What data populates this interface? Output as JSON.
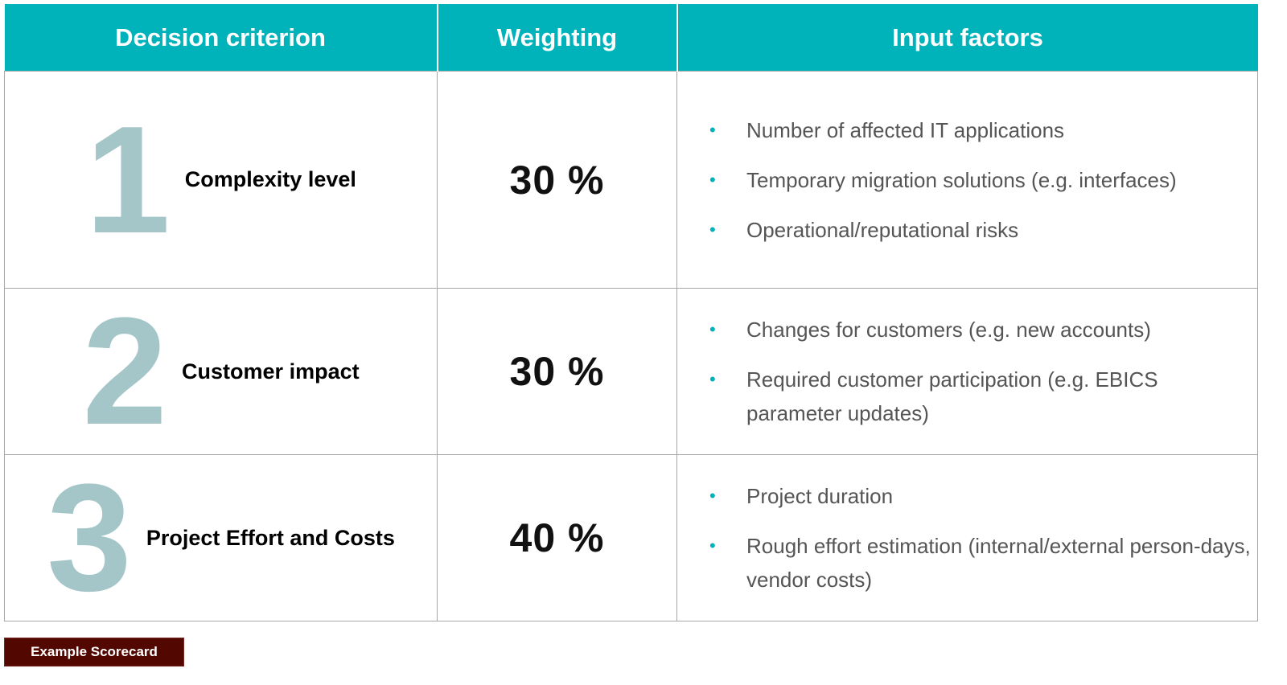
{
  "header": {
    "criterion": "Decision criterion",
    "weighting": "Weighting",
    "factors": "Input factors"
  },
  "rows": [
    {
      "number": "1",
      "criterion": "Complexity level",
      "weighting": "30 %",
      "factors": [
        "Number of affected IT applications",
        "Temporary migration solutions (e.g. interfaces)",
        "Operational/reputational risks"
      ]
    },
    {
      "number": "2",
      "criterion": "Customer impact",
      "weighting": "30 %",
      "factors": [
        "Changes for customers (e.g. new accounts)",
        "Required customer participation (e.g. EBICS parameter updates)"
      ]
    },
    {
      "number": "3",
      "criterion": "Project Effort and Costs",
      "weighting": "40 %",
      "factors": [
        "Project duration",
        "Rough effort estimation (internal/external person-days, vendor costs)"
      ]
    }
  ],
  "caption": "Example Scorecard",
  "colors": {
    "accent": "#00b2b9",
    "number": "#a5c6c9",
    "caption_bg": "#520800"
  }
}
